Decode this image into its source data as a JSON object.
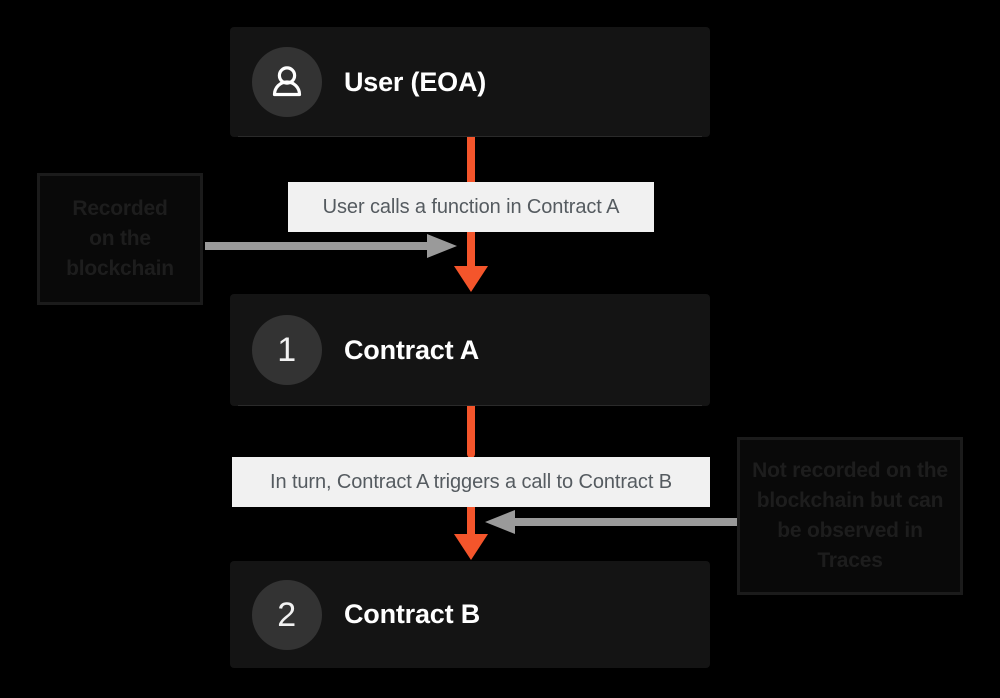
{
  "diagram": {
    "title": "Contract call flow recorded on the blockchain",
    "background_color": "#000000",
    "accent_color": "#F4552B",
    "node_color": "#141414",
    "chip_color": "#F1F1F1",
    "gray_arrow_color": "#9A9A9A"
  },
  "nodes": [
    {
      "id": "user",
      "badge_icon": "person-icon",
      "badge_number": "",
      "label": "User (EOA)"
    },
    {
      "id": "contract-a",
      "badge_icon": "",
      "badge_number": "1",
      "label": "Contract A"
    },
    {
      "id": "contract-b",
      "badge_icon": "",
      "badge_number": "2",
      "label": "Contract B"
    }
  ],
  "messages": [
    {
      "id": "msg-1",
      "text": "User calls a function in Contract A"
    },
    {
      "id": "msg-2",
      "text": "In turn, Contract A triggers a call to Contract B"
    }
  ],
  "annotations": [
    {
      "id": "annot-left",
      "lines": [
        "Recorded",
        "on the",
        "blockchain"
      ],
      "text": "Recorded on the blockchain"
    },
    {
      "id": "annot-right",
      "lines": [
        "Not recorded on the",
        "blockchain but can",
        "be observed in",
        "Traces"
      ],
      "text": "Not recorded on the blockchain but can be observed in Traces"
    }
  ]
}
